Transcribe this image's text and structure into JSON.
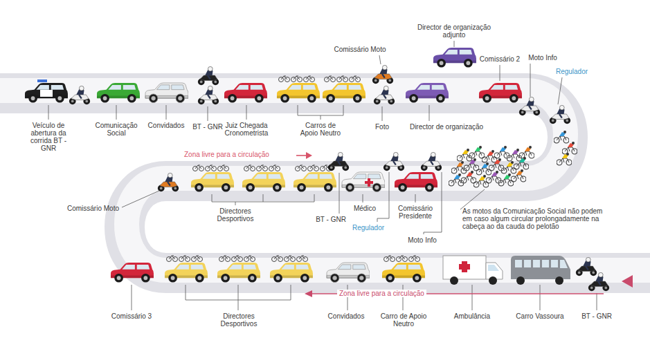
{
  "diagram": {
    "labels": [
      "Veículo de abertura da corrida BT - GNR",
      "Comunicação Social",
      "Convidados",
      "BT - GNR",
      "Juiz Chegada Cronometrista",
      "Carros de Apoio Neutro",
      "Comissário Moto",
      "Foto",
      "Director de organização adjunto",
      "Director de organização",
      "Comissário 2",
      "Moto Info",
      "Regulador",
      "Zona livre para a circulação",
      "Comissário Moto",
      "Directores Desportivos",
      "BT - GNR",
      "Médico",
      "Regulador",
      "Comissário Presidente",
      "Moto Info",
      "As motos da Comunicação Social não podem em caso algum circular prolongadamente na cabeça ao da cauda do pelotão",
      "Comissário 3",
      "Directores Desportivos",
      "Convidados",
      "Carro de Apoio Neutro",
      "Ambulância",
      "Carro Vassoura",
      "BT - GNR",
      "Zona livre para a circulação"
    ]
  }
}
